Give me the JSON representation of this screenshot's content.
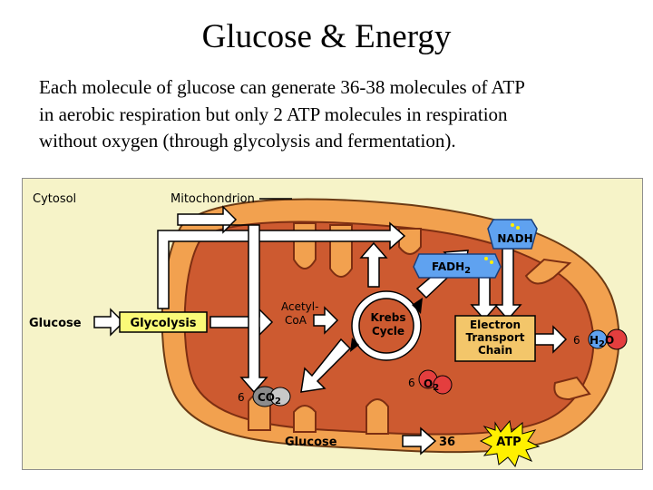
{
  "title": "Glucose & Energy",
  "body_lines": [
    "Each molecule of glucose can generate 36-38 molecules of ATP",
    "in aerobic respiration but only 2 ATP molecules in respiration",
    "without oxygen (through glycolysis and fermentation)."
  ],
  "diagram": {
    "cytosol": "Cytosol",
    "mitochondrion": "Mitochondrion",
    "glucose_in": "Glucose",
    "glycolysis": "Glycolysis",
    "acetyl_line1": "Acetyl-",
    "acetyl_line2": "CoA",
    "krebs_line1": "Krebs",
    "krebs_line2": "Cycle",
    "nadh": "NADH",
    "fadh": "FADH",
    "fadh_sub": "2",
    "etc_line1": "Electron",
    "etc_line2": "Transport",
    "etc_line3": "Chain",
    "co2_coef": "6",
    "co2": "CO",
    "co2_sub": "2",
    "o2_coef": "6",
    "o2": "O",
    "o2_sub": "2",
    "h2o_coef": "6",
    "h2o_h": "H",
    "h2o_sub": "2",
    "h2o_o": "O",
    "glucose_bottom": "Glucose",
    "atp_count": "36",
    "atp": "ATP"
  },
  "colors": {
    "background": "#ffffff",
    "figure_bg": "#f6f3c8",
    "mito_outer": "#f2a14f",
    "mito_inner": "#cd5a30",
    "glycolysis_box": "#fafa78",
    "nadh_badge": "#5fa2f0",
    "etc_box": "#f3c66a",
    "atp_burst": "#fff000",
    "o2_circle": "#e43e3e",
    "co2_circle": "#8c8c8c",
    "arrow_fill": "#ffffff"
  }
}
